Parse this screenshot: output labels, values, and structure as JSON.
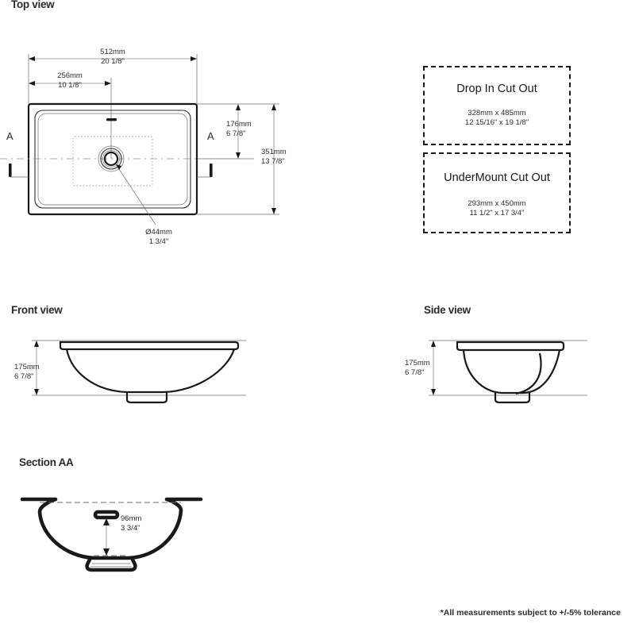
{
  "document": {
    "footnote": "*All measurements subject to +/-5% tolerance"
  },
  "views": {
    "top": {
      "title": "Top view",
      "section_marker_left": "A",
      "section_marker_right": "A",
      "dimensions": {
        "overall_width": {
          "mm": "512mm",
          "inch": "20 1/8\""
        },
        "drain_offset_x": {
          "mm": "256mm",
          "inch": "10 1/8\""
        },
        "drain_offset_y": {
          "mm": "176mm",
          "inch": "6 7/8\""
        },
        "overall_depth": {
          "mm": "351mm",
          "inch": "13 7/8\""
        },
        "drain_diameter": {
          "mm": "Ø44mm",
          "inch": "1 3/4\""
        }
      }
    },
    "front": {
      "title": "Front view",
      "dimensions": {
        "height": {
          "mm": "175mm",
          "inch": "6 7/8\""
        }
      }
    },
    "side": {
      "title": "Side view",
      "dimensions": {
        "height": {
          "mm": "175mm",
          "inch": "6 7/8\""
        }
      }
    },
    "section_aa": {
      "title": "Section AA",
      "dimensions": {
        "basin_depth": {
          "mm": "96mm",
          "inch": "3 3/4\""
        }
      }
    }
  },
  "cutouts": [
    {
      "id": "drop-in",
      "title": "Drop In Cut Out",
      "size_mm": "328mm x 485mm",
      "size_inch": "12 15/16\" x 19 1/8\""
    },
    {
      "id": "undermount",
      "title": "UnderMount Cut Out",
      "size_mm": "293mm x 450mm",
      "size_inch": "11 1/2\" x 17 3/4\""
    }
  ],
  "colors": {
    "ink": "#1a1a1a",
    "text": "#2b2b2b",
    "dimension_line": "#8a8a8a",
    "background": "#ffffff"
  }
}
